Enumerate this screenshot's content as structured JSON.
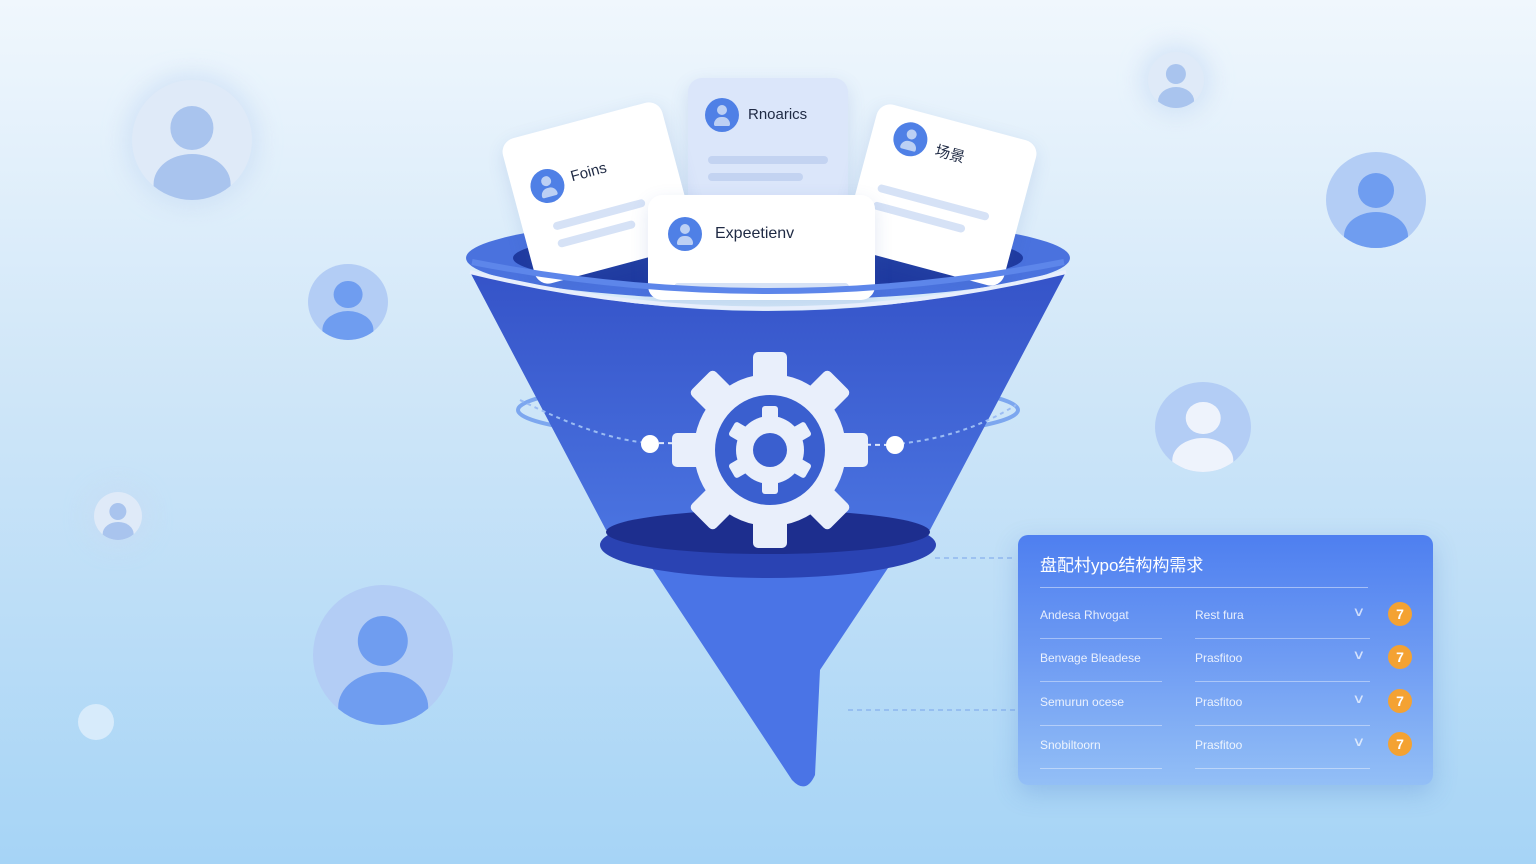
{
  "cards": {
    "left": "Foins",
    "back": "Rnoarics",
    "right": "场景",
    "front": "Expeetienv"
  },
  "panel": {
    "title": "盘配村ypo结构构需求",
    "rows": [
      {
        "name": "Andesa Rhvogat",
        "value": "Rest fura",
        "badge": "7"
      },
      {
        "name": "Benvage Bleadese",
        "value": "Prasfitoo",
        "badge": "7"
      },
      {
        "name": "Semurun ocese",
        "value": "Prasfitoo",
        "badge": "7"
      },
      {
        "name": "Snobiltoorn",
        "value": "Prasfitoo",
        "badge": "7"
      }
    ]
  },
  "colors": {
    "funnel": "#3f66d4",
    "accent": "#4f80e6",
    "badge": "#f4a232"
  }
}
